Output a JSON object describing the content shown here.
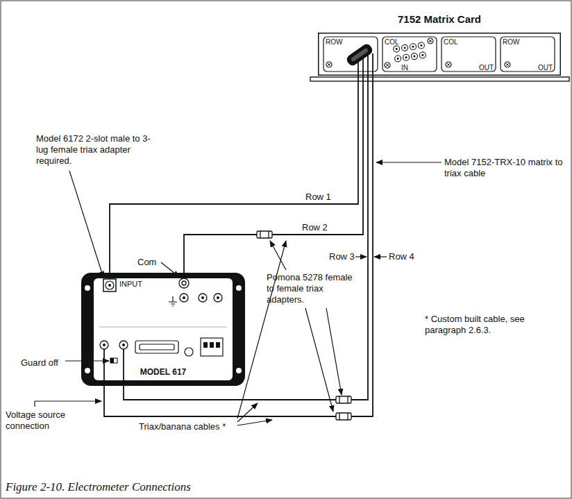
{
  "diagram": {
    "caption": "Figure 2-10. Electrometer Connections",
    "nodes": [
      {
        "text": [
          "7152 Matrix Card"
        ]
      },
      {
        "text": [
          "MODEL 617"
        ]
      }
    ],
    "edges": [
      {
        "from": 0,
        "to": 1,
        "label": "Row 1",
        "arrow": "none"
      },
      {
        "from": 0,
        "to": 1,
        "label": "Row 2",
        "arrow": "none"
      },
      {
        "from": 0,
        "to": 1,
        "label": "Row 3",
        "arrow": "none"
      },
      {
        "from": 0,
        "to": 1,
        "label": "Row 4",
        "arrow": "none"
      }
    ],
    "labels": [
      "ROW",
      "COL",
      "COL",
      "ROW",
      "IN",
      "OUT",
      "OUT",
      "Model 7152-TRX-10 matrix to triax cable",
      "Model 6172 2-slot male to 3-lug female triax adapter required.",
      "Com",
      "INPUT",
      "Pomona 5278 female to female triax adapters.",
      "* Custom built cable, see paragraph 2.6.3.",
      "Guard off",
      "Voltage source connection",
      "Triax/banana cables *"
    ]
  }
}
